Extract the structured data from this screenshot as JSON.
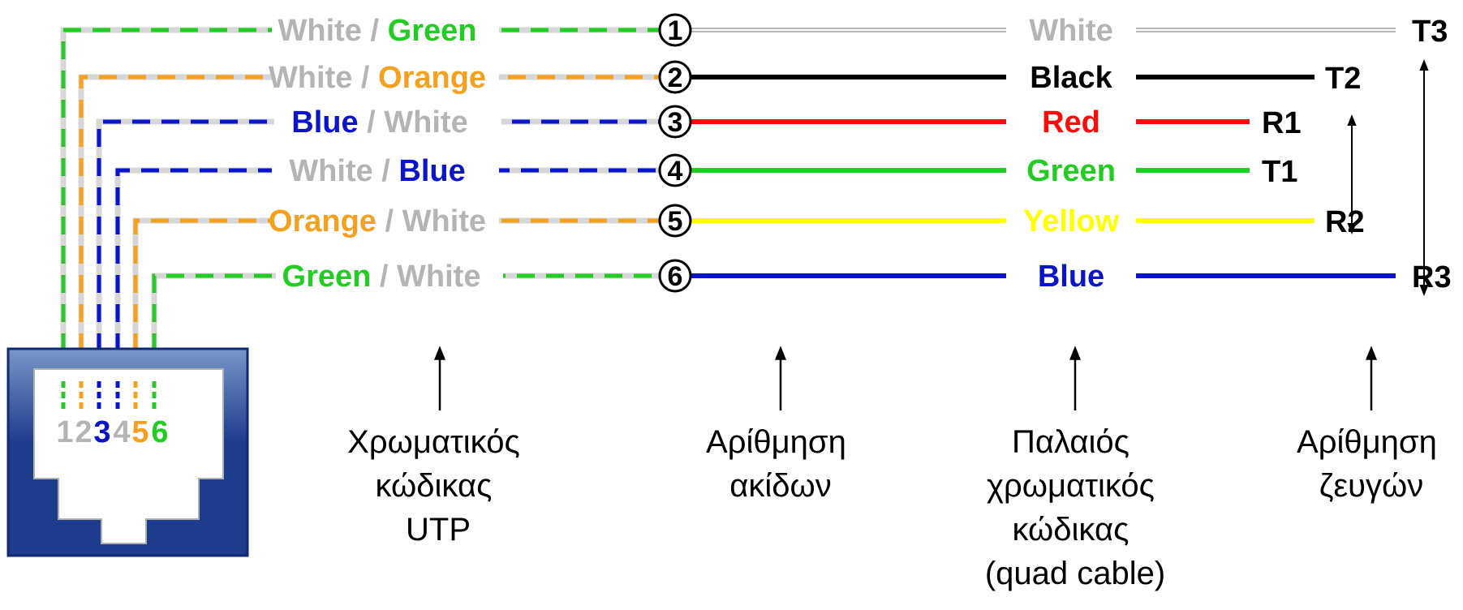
{
  "colors": {
    "white": "#b4b4b4",
    "green": "#22cc22",
    "orange": "#f5a01e",
    "blue": "#0a14c8",
    "black": "#000000",
    "red": "#ff0a0a",
    "yellow": "#ffff00",
    "jack_dark": "#1e3c8c",
    "jack_light": "#7896c8"
  },
  "pins": [
    {
      "number": "1",
      "utp": [
        {
          "text": "White",
          "color": "white"
        },
        {
          "text": " / ",
          "color": "white"
        },
        {
          "text": "Green",
          "color": "green"
        }
      ],
      "wire_color": "green",
      "old_code": "White",
      "old_color": "white",
      "pair": "T3"
    },
    {
      "number": "2",
      "utp": [
        {
          "text": "White",
          "color": "white"
        },
        {
          "text": " / ",
          "color": "white"
        },
        {
          "text": "Orange",
          "color": "orange"
        }
      ],
      "wire_color": "orange",
      "old_code": "Black",
      "old_color": "black",
      "pair": "T2"
    },
    {
      "number": "3",
      "utp": [
        {
          "text": "Blue",
          "color": "blue"
        },
        {
          "text": " / ",
          "color": "white"
        },
        {
          "text": "White",
          "color": "white"
        }
      ],
      "wire_color": "blue",
      "old_code": "Red",
      "old_color": "red",
      "pair": "R1"
    },
    {
      "number": "4",
      "utp": [
        {
          "text": "White",
          "color": "white"
        },
        {
          "text": " / ",
          "color": "white"
        },
        {
          "text": "Blue",
          "color": "blue"
        }
      ],
      "wire_color": "blue",
      "old_code": "Green",
      "old_color": "green",
      "pair": "T1"
    },
    {
      "number": "5",
      "utp": [
        {
          "text": "Orange",
          "color": "orange"
        },
        {
          "text": " / ",
          "color": "white"
        },
        {
          "text": "White",
          "color": "white"
        }
      ],
      "wire_color": "orange",
      "old_code": "Yellow",
      "old_color": "yellow",
      "pair": "R2"
    },
    {
      "number": "6",
      "utp": [
        {
          "text": "Green",
          "color": "green"
        },
        {
          "text": " / ",
          "color": "white"
        },
        {
          "text": "White",
          "color": "white"
        }
      ],
      "wire_color": "green",
      "old_code": "Blue",
      "old_color": "blue",
      "pair": "R3"
    }
  ],
  "jack_digits": [
    {
      "text": "1",
      "color": "white"
    },
    {
      "text": "2",
      "color": "white"
    },
    {
      "text": "3",
      "color": "blue"
    },
    {
      "text": "4",
      "color": "white"
    },
    {
      "text": "5",
      "color": "orange"
    },
    {
      "text": "6",
      "color": "green"
    }
  ],
  "captions": {
    "utp": [
      "Χρωματικός",
      "κώδικας",
      "UTP"
    ],
    "pins": [
      "Αρίθμηση",
      "ακίδων"
    ],
    "old": [
      "Παλαιός",
      "χρωματικός",
      "κώδικας",
      "(quad cable)"
    ],
    "pairs": [
      "Αρίθμηση",
      "ζευγών"
    ]
  }
}
